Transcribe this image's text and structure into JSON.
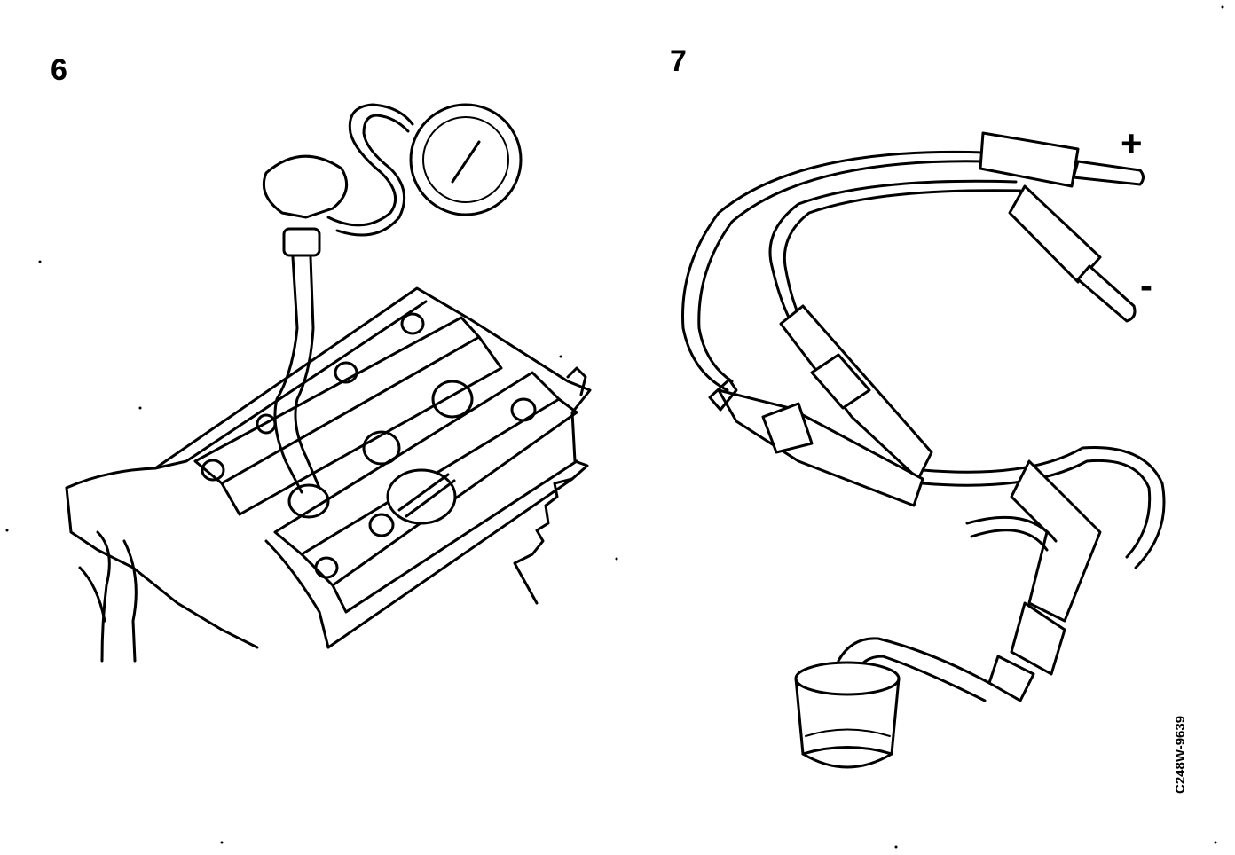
{
  "figure": {
    "panel_left_label": "6",
    "panel_right_label": "7",
    "plus_sign": "+",
    "minus_sign": "-",
    "figure_code": "C248W-9639"
  }
}
